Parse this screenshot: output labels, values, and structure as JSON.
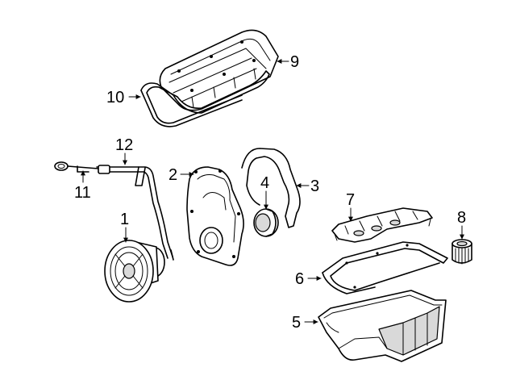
{
  "callouts": [
    {
      "id": "1",
      "label": "1"
    },
    {
      "id": "2",
      "label": "2"
    },
    {
      "id": "3",
      "label": "3"
    },
    {
      "id": "4",
      "label": "4"
    },
    {
      "id": "5",
      "label": "5"
    },
    {
      "id": "6",
      "label": "6"
    },
    {
      "id": "7",
      "label": "7"
    },
    {
      "id": "8",
      "label": "8"
    },
    {
      "id": "9",
      "label": "9"
    },
    {
      "id": "10",
      "label": "10"
    },
    {
      "id": "11",
      "label": "11"
    },
    {
      "id": "12",
      "label": "12"
    }
  ],
  "colors": {
    "line": "#000000",
    "background": "#ffffff",
    "shade": "#d9d9d9"
  }
}
